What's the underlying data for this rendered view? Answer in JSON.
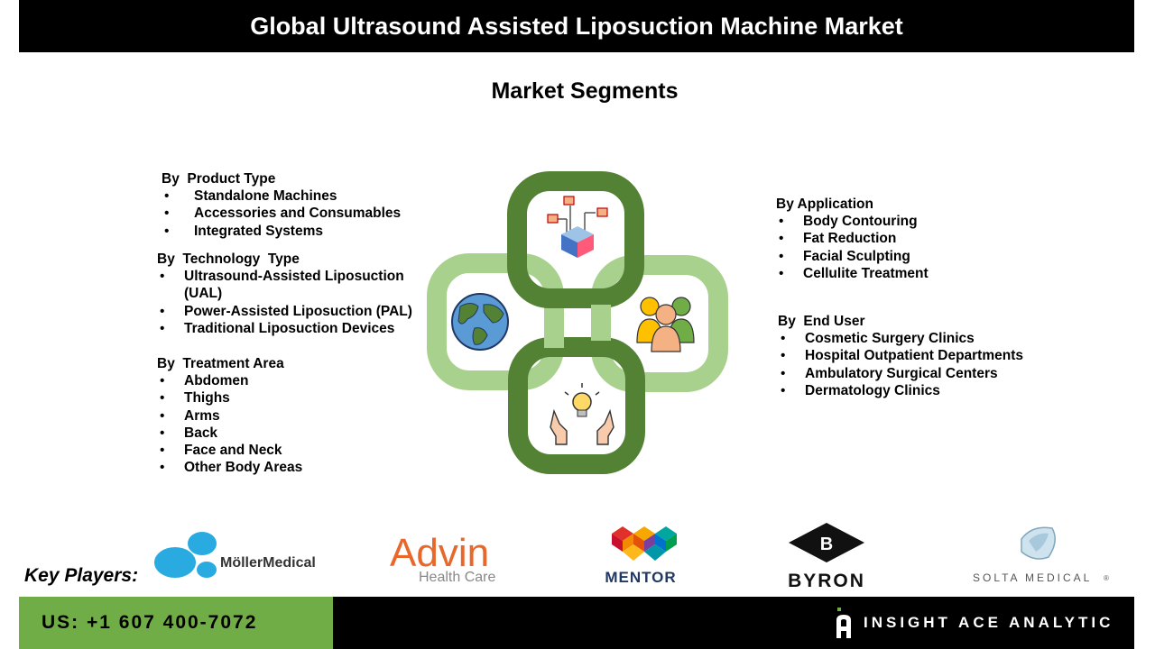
{
  "title": "Global Ultrasound Assisted Liposuction Machine Market",
  "subtitle": "Market Segments",
  "segments_left": [
    {
      "heading": "By  Product Type",
      "items": [
        "Standalone Machines",
        "Accessories and Consumables",
        "Integrated Systems"
      ]
    },
    {
      "heading": "By  Technology  Type",
      "items": [
        "Ultrasound-Assisted Liposuction (UAL)",
        "Power-Assisted Liposuction (PAL)",
        "Traditional Liposuction Devices"
      ]
    },
    {
      "heading": "By  Treatment Area",
      "items": [
        "Abdomen",
        "Thighs",
        "Arms",
        "Back",
        "Face and Neck",
        "Other Body Areas"
      ]
    }
  ],
  "segments_right": [
    {
      "heading": "By Application",
      "items": [
        "Body Contouring",
        "Fat Reduction",
        "Facial Sculpting",
        "Cellulite Treatment"
      ]
    },
    {
      "heading": "By  End User",
      "items": [
        "Cosmetic Surgery Clinics",
        "Hospital Outpatient Departments",
        "Ambulatory Surgical Centers",
        "Dermatology Clinics"
      ]
    }
  ],
  "diagram_icons": [
    "cube-network-icon",
    "globe-icon",
    "group-people-icon",
    "idea-hands-icon"
  ],
  "key_players_label": "Key Players:",
  "key_players": [
    {
      "name": "MöllerMedical",
      "logo": "moller-medical-logo"
    },
    {
      "name_main": "Advin",
      "name_sub": "Health Care",
      "logo": "advin-logo"
    },
    {
      "name": "MENTOR",
      "logo": "mentor-logo"
    },
    {
      "name": "BYRON",
      "logo": "byron-logo"
    },
    {
      "name": "SOLTA",
      "name_sub": "MEDICAL",
      "trademark": "®",
      "logo": "solta-medical-logo"
    }
  ],
  "footer": {
    "phone": "US: +1 607 400-7072",
    "brand": "INSIGHT ACE ANALYTIC"
  },
  "colors": {
    "dark_green": "#548235",
    "light_green": "#a9d18e",
    "phone_bar": "#70ad47",
    "bar": "#000000"
  }
}
